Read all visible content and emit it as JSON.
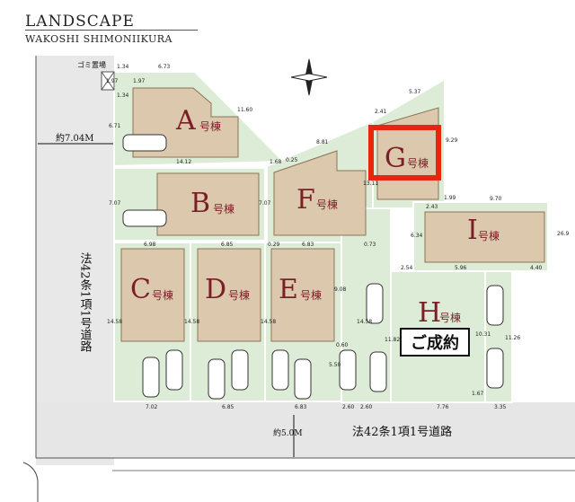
{
  "header": {
    "title": "LANDSCAPE",
    "subtitle": "WAKOSHI SHIMONIIKURA"
  },
  "roads": {
    "west_label": "法42条1項1号道路",
    "west_width": "約7.04M",
    "south_label": "法42条1項1号道路",
    "south_width": "約5.0M"
  },
  "gomi_label": "ゴミ置場",
  "suffix": "号棟",
  "sold_label": "ご成約",
  "colors": {
    "lot": "#ddecd7",
    "lot_border": "#ffffff",
    "house": "#dcc8ad",
    "house_border": "#8a7456",
    "letter": "#7a1e28",
    "highlight": "#e8260f",
    "road": "#e6e6e6"
  },
  "lots": [
    {
      "id": "A",
      "letter": "A",
      "sold": false,
      "highlight": false
    },
    {
      "id": "B",
      "letter": "B",
      "sold": false,
      "highlight": false
    },
    {
      "id": "C",
      "letter": "C",
      "sold": false,
      "highlight": false
    },
    {
      "id": "D",
      "letter": "D",
      "sold": false,
      "highlight": false
    },
    {
      "id": "E",
      "letter": "E",
      "sold": false,
      "highlight": false
    },
    {
      "id": "F",
      "letter": "F",
      "sold": false,
      "highlight": false
    },
    {
      "id": "G",
      "letter": "G",
      "sold": false,
      "highlight": true
    },
    {
      "id": "H",
      "letter": "H",
      "sold": true,
      "highlight": false
    },
    {
      "id": "I",
      "letter": "I",
      "sold": false,
      "highlight": false
    }
  ],
  "dimensions": [
    "1.34",
    "6.73",
    "1.97",
    "1.97",
    "1.34",
    "6.71",
    "11.60",
    "14.12",
    "1.68",
    "0.25",
    "8.81",
    "2.41",
    "5.37",
    "9.29",
    "13.11",
    "7.07",
    "7.07",
    "1.99",
    "9.70",
    "2.43",
    "6.34",
    "26.9",
    "6.98",
    "6.85",
    "0.29",
    "6.83",
    "0.73",
    "2.54",
    "5.96",
    "4.40",
    "14.58",
    "14.58",
    "14.58",
    "9.08",
    "14.58",
    "11.82",
    "10.31",
    "11.26",
    "0.60",
    "5.50",
    "1.67",
    "7.02",
    "6.85",
    "6.83",
    "2.60",
    "2.60",
    "7.76",
    "3.35"
  ]
}
